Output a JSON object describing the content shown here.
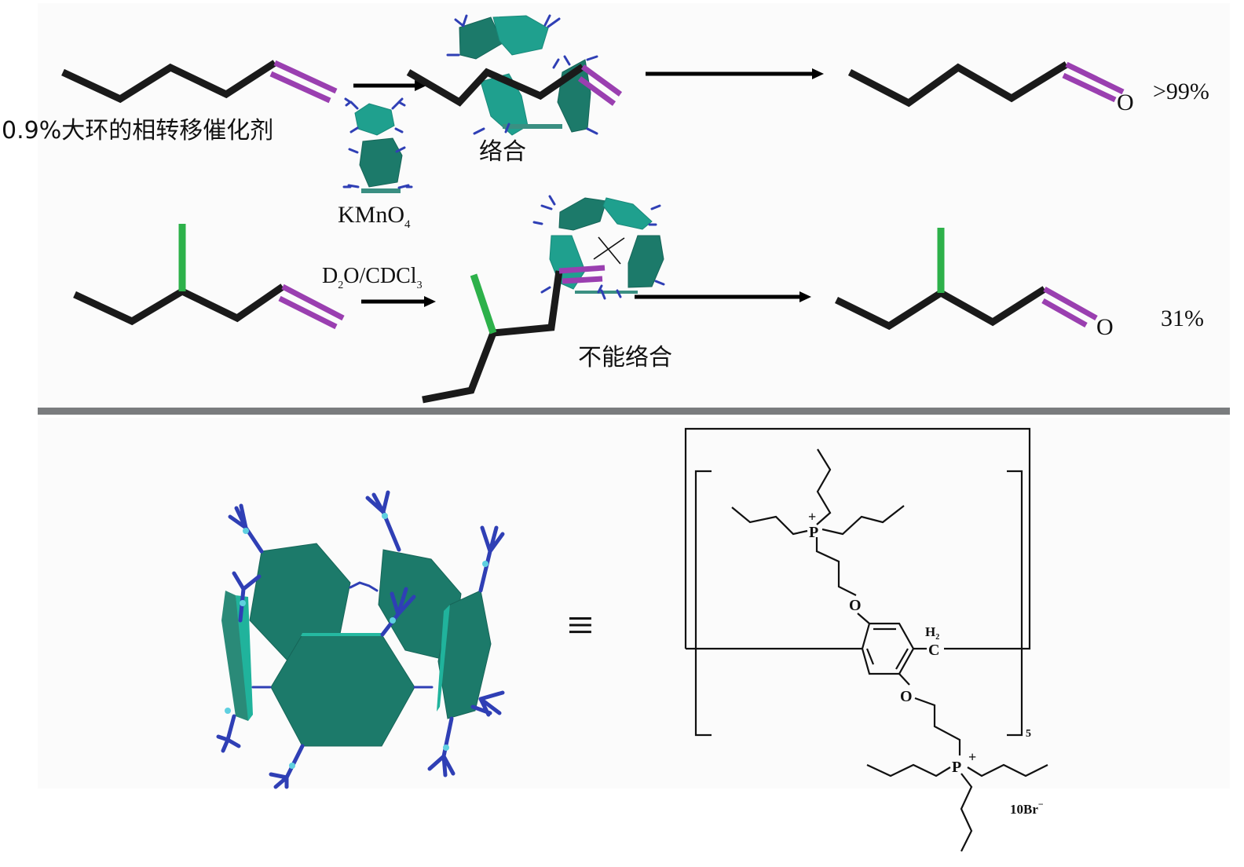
{
  "figure": {
    "reaction1": {
      "catalyst_label": "0.9%大环的相转移催化剂",
      "reagent": "KMnO",
      "reagent_subscript": "4",
      "complex_label": "络合",
      "product_atom": "O",
      "yield": ">99%"
    },
    "reaction2": {
      "solvent_d": "D",
      "solvent_sub2": "2",
      "solvent_mid": "O/CDCl",
      "solvent_sub3": "3",
      "complex_label": "不能络合",
      "product_atom": "O",
      "yield": "31%"
    },
    "structure": {
      "equivalence_symbol": "≡",
      "phosphonium_top": "P",
      "phosphonium_bottom": "P",
      "charge": "+",
      "oxygen_top": "O",
      "oxygen_bottom": "O",
      "methylene_h": "H",
      "methylene_h_sub": "2",
      "methylene_c": "C",
      "repeat_count": "5",
      "counterion": "10Br",
      "counterion_charge": "−"
    },
    "colors": {
      "chain": "#1a1a1a",
      "double_bond": "#9a3fb0",
      "methyl": "#2db14a",
      "macrocycle_light": "#1fa08e",
      "macrocycle_dark": "#1c7a6a",
      "arms": "#2f3fb5",
      "divider": "#7a7c7e"
    }
  }
}
